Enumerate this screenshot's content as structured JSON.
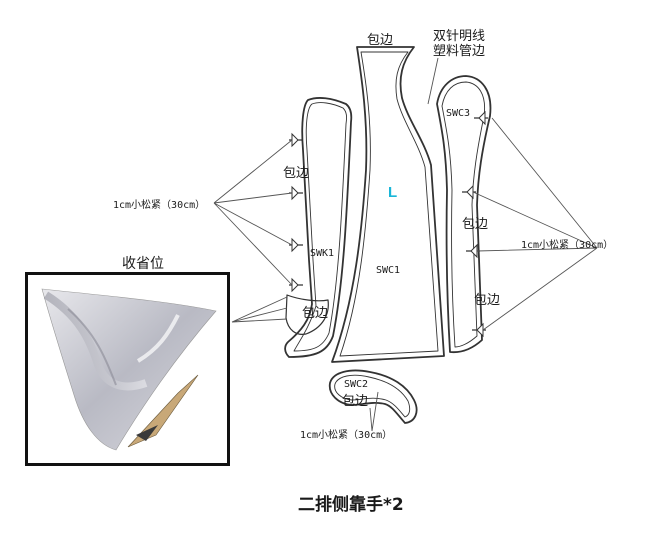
{
  "labels": {
    "binding_top": "包边",
    "double_needle_line1": "双针明线",
    "double_needle_line2": "塑料管边",
    "binding_swk1": "包边",
    "binding_swk1_low": "包边",
    "binding_swc3_a": "包边",
    "binding_swc3_b": "包边",
    "binding_swc2": "包边",
    "ease_left": "1cm小松紧（30cm）",
    "ease_right": "1cm小松紧（30cm）",
    "ease_bottom": "1cm小松紧（30cm）",
    "orientation": "L",
    "dart_position": "收省位"
  },
  "pieces": {
    "swk1": "SWK1",
    "swc1": "SWC1",
    "swc2": "SWC2",
    "swc3": "SWC3"
  },
  "caption": "二排侧靠手*2",
  "colors": {
    "orientation": "#19b6d8",
    "outline": "#333333",
    "leader": "#555555"
  }
}
